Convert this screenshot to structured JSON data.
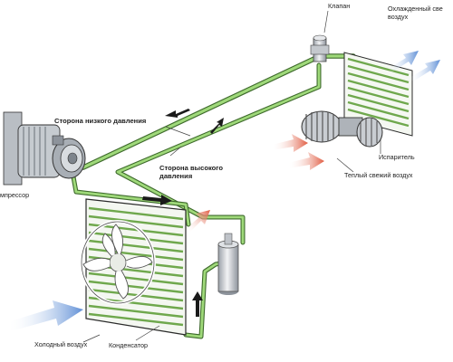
{
  "labels": {
    "valve": "Клапан",
    "cooled_air": [
      "Охлажденный све",
      "воздух"
    ],
    "low_pressure_side": "Сторона низкого давления",
    "high_pressure_side": [
      "Сторона высокого",
      "давления"
    ],
    "evaporator": "Испаритель",
    "warm_air": "Теплый свежий воздух",
    "compressor": "мпрессор",
    "cold_air": "Холодный воздух",
    "condenser": "Конденсатор"
  },
  "colors": {
    "pipe_green": "#8fcf6a",
    "pipe_dark": "#3e6a2c",
    "cold_arrow": "#6a95d6",
    "warm_arrow": "#e06a4e",
    "metal": "#c9ccd1",
    "outline": "#2a2a2a"
  },
  "icons": [
    "compressor-icon",
    "condenser-icon",
    "fan-icon",
    "receiver-drier-icon",
    "valve-icon",
    "evaporator-icon",
    "blower-icon"
  ]
}
